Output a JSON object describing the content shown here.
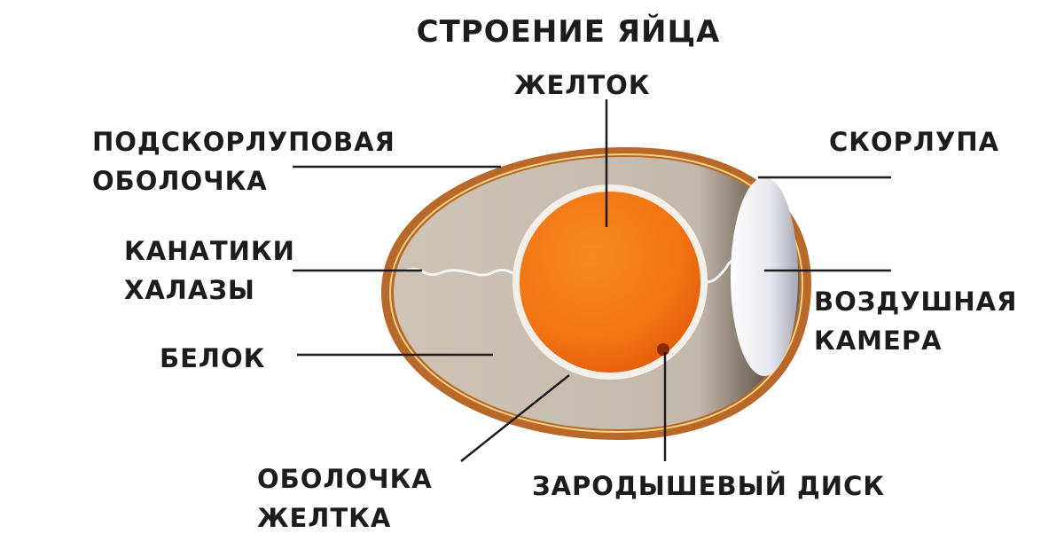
{
  "title": "СТРОЕНИЕ ЯЙЦА",
  "labels": {
    "yolk": "ЖЕЛТОК",
    "shell_membrane": [
      "ПОДСКОРЛУПОВАЯ",
      "ОБОЛОЧКА"
    ],
    "shell": "СКОРЛУПА",
    "chalazae": [
      "КАНАТИКИ",
      "ХАЛАЗЫ"
    ],
    "air_cell": [
      "ВОЗДУШНАЯ",
      "КАМЕРА"
    ],
    "albumen": "БЕЛОК",
    "yolk_membrane": [
      "ОБОЛОЧКА",
      "ЖЕЛТКА"
    ],
    "germinal_disc": "ЗАРОДЫШЕВЫЙ ДИСК"
  },
  "colors": {
    "shell": "#b8692a",
    "albumen": "#c9beb1",
    "yolk": "#f07a12",
    "air_cell": "#e8e8f0"
  }
}
